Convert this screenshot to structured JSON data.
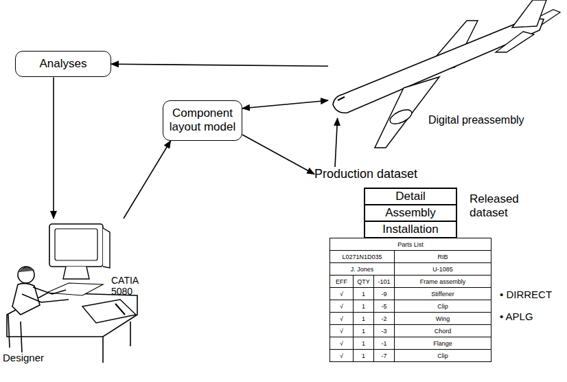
{
  "diagram": {
    "nodes": [
      {
        "text": [
          "Analyses"
        ]
      },
      {
        "text": [
          "CATIA 5080",
          "Designer"
        ]
      },
      {
        "text": [
          "Component layout model"
        ]
      },
      {
        "text": [
          "Digital preassembly"
        ]
      },
      {
        "text": [
          "Production dataset"
        ]
      },
      {
        "text": [
          "Detail"
        ]
      },
      {
        "text": [
          "Assembly"
        ]
      },
      {
        "text": [
          "Installation"
        ]
      }
    ],
    "edges": [
      {
        "from": 3,
        "to": 0,
        "arrow": "to"
      },
      {
        "from": 0,
        "to": 1,
        "arrow": "to"
      },
      {
        "from": 1,
        "to": 2,
        "arrow": "to"
      },
      {
        "from": 2,
        "to": 3,
        "arrow": "both"
      },
      {
        "from": 2,
        "to": 4,
        "arrow": "to"
      },
      {
        "from": 4,
        "to": 3,
        "arrow": "to"
      }
    ],
    "labels": [
      "Released dataset",
      "Parts List",
      "L0271N1D035",
      "RIB",
      "J. Jones",
      "U-1085",
      "EFF",
      "QTY",
      "-101",
      "Frame assembly",
      "√",
      "1",
      "-9",
      "Stiffener",
      "√",
      "1",
      "-5",
      "Clip",
      "√",
      "1",
      "-2",
      "Wing",
      "√",
      "1",
      "-3",
      "Chord",
      "√",
      "1",
      "-1",
      "Flange",
      "√",
      "1",
      "-7",
      "Clip",
      "• DIRRECT",
      "• APLG"
    ]
  }
}
